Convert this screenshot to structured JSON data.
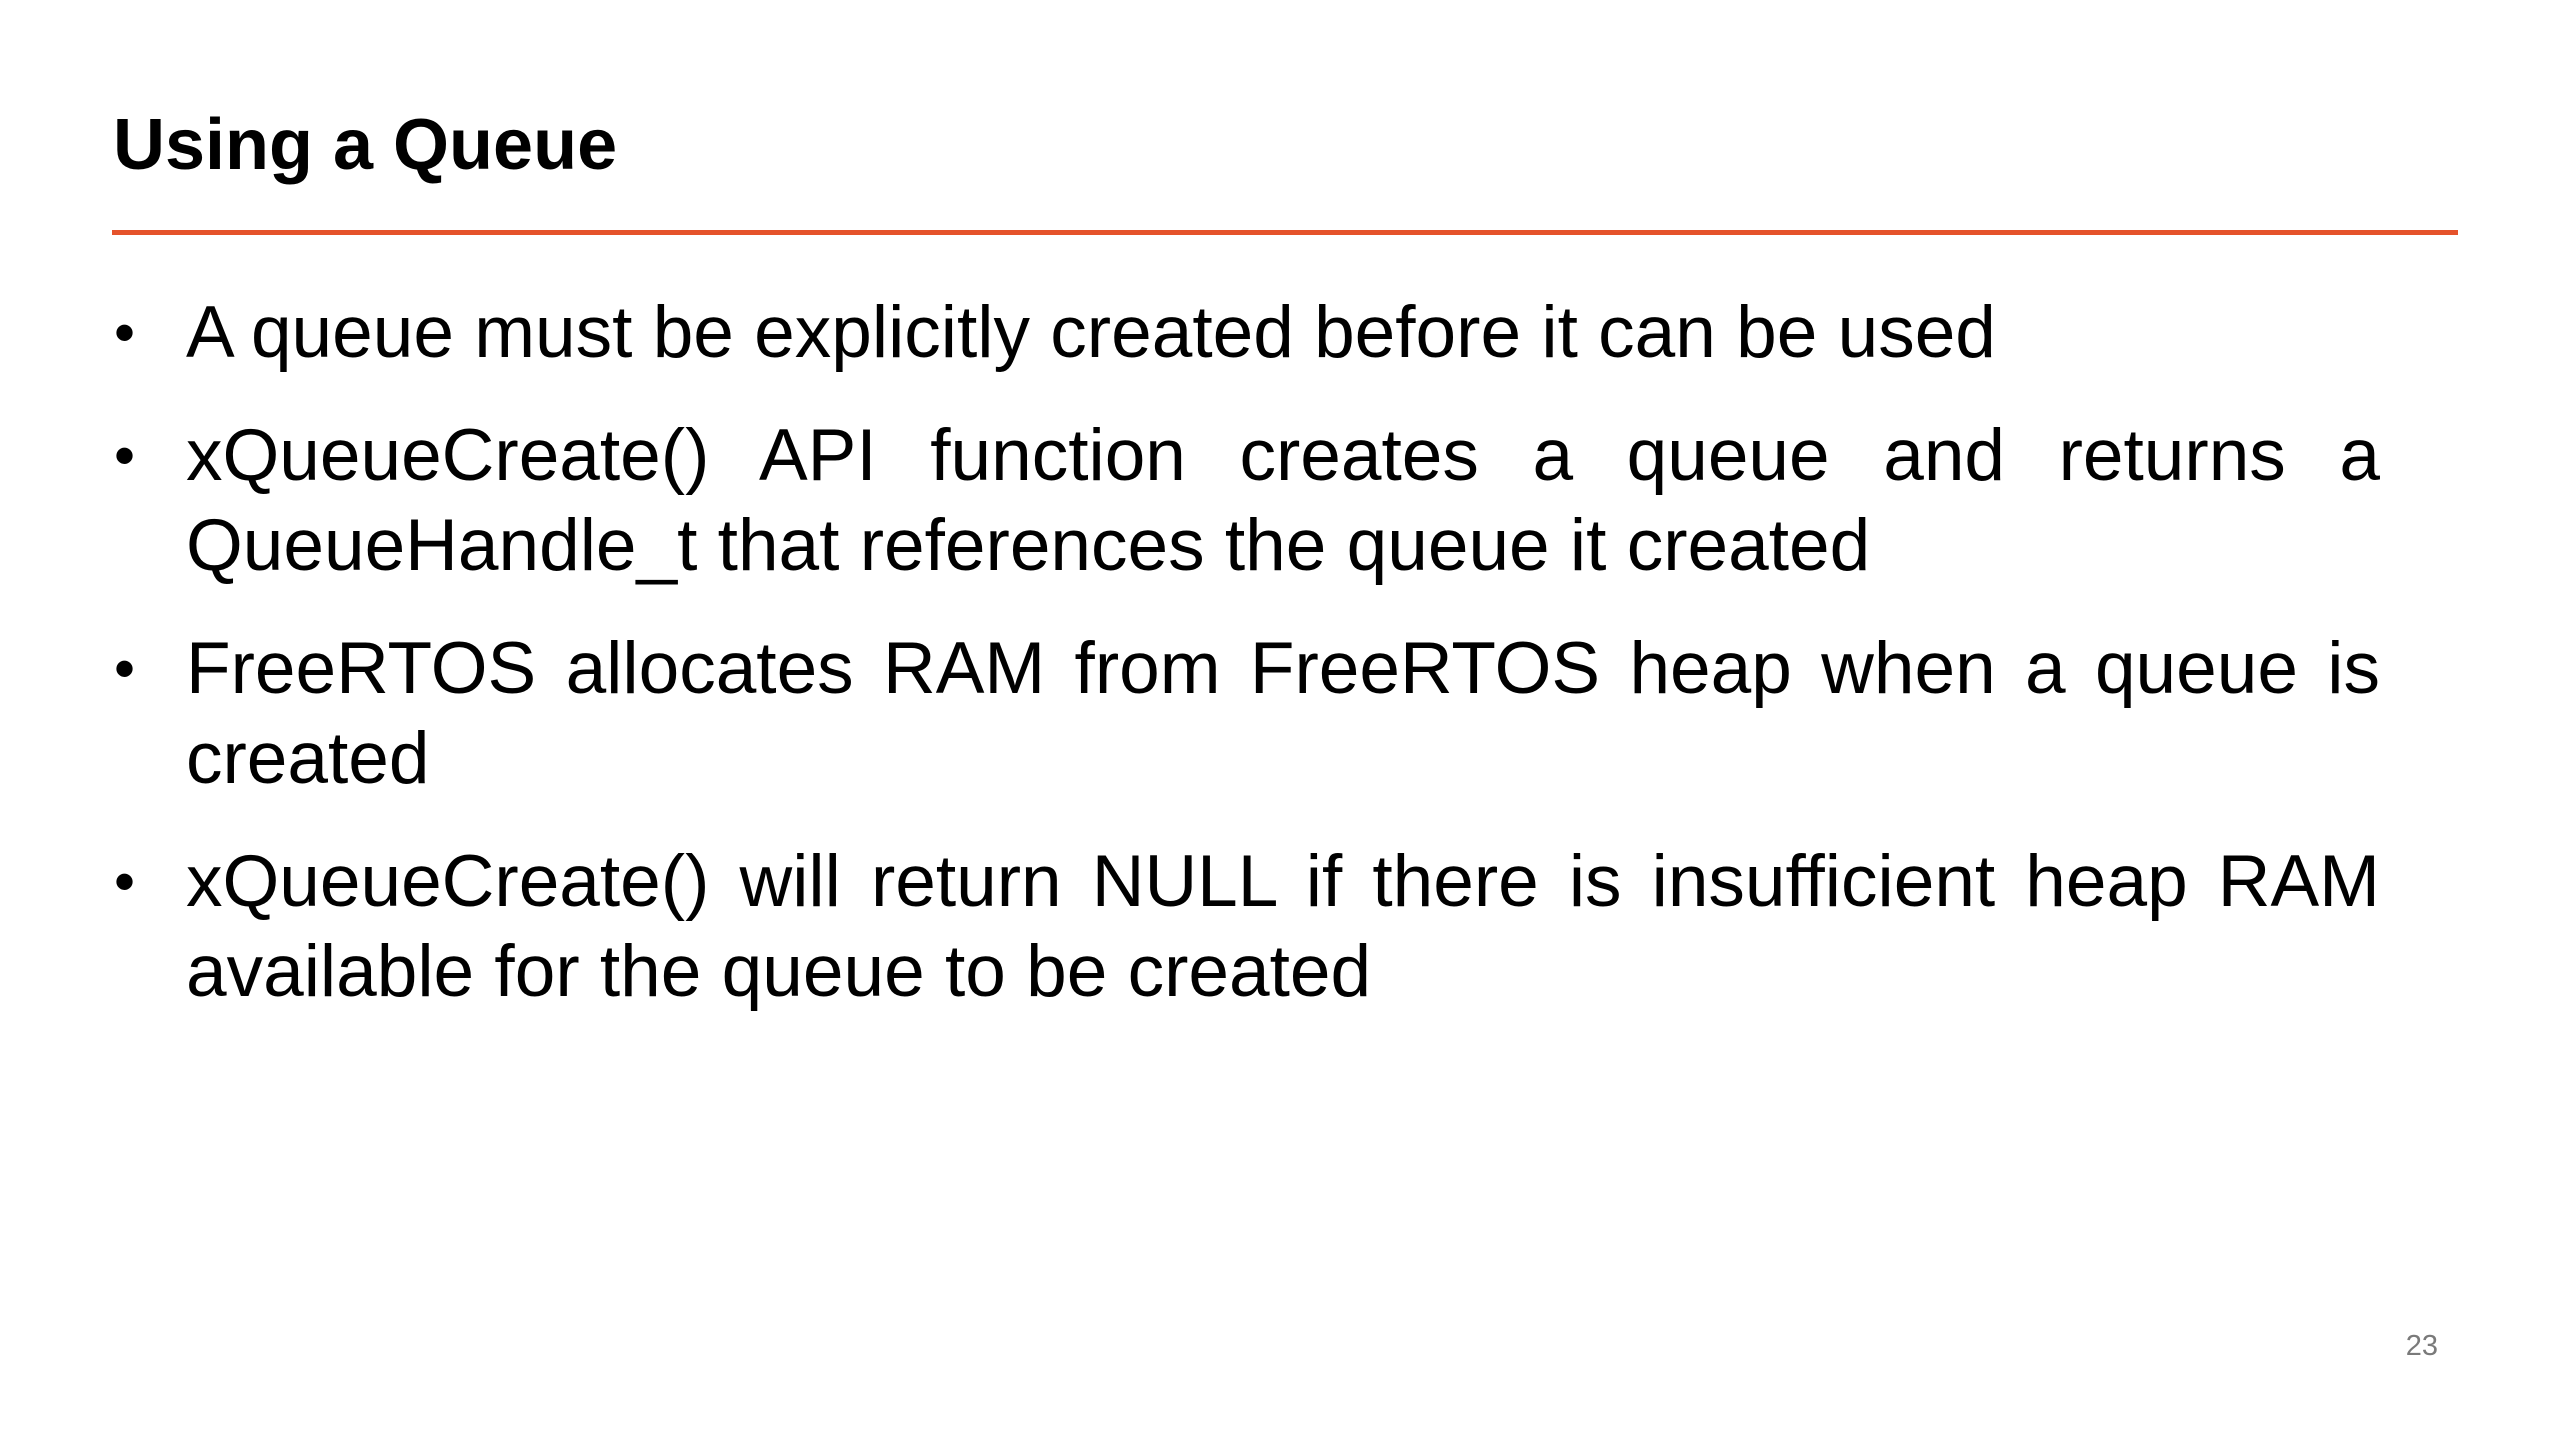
{
  "slide": {
    "title": "Using a Queue",
    "accent_color": "#e5532b",
    "bullet_symbol": "•",
    "bullets": [
      {
        "text": "A queue must be explicitly created before it can be used"
      },
      {
        "text": "xQueueCreate() API function creates a queue and returns a QueueHandle_t that references the queue it created"
      },
      {
        "text": "FreeRTOS allocates RAM from FreeRTOS heap when a queue is created"
      },
      {
        "text": "xQueueCreate() will return NULL if there is insufficient heap RAM available for the queue to be created"
      }
    ],
    "page_number": "23"
  }
}
